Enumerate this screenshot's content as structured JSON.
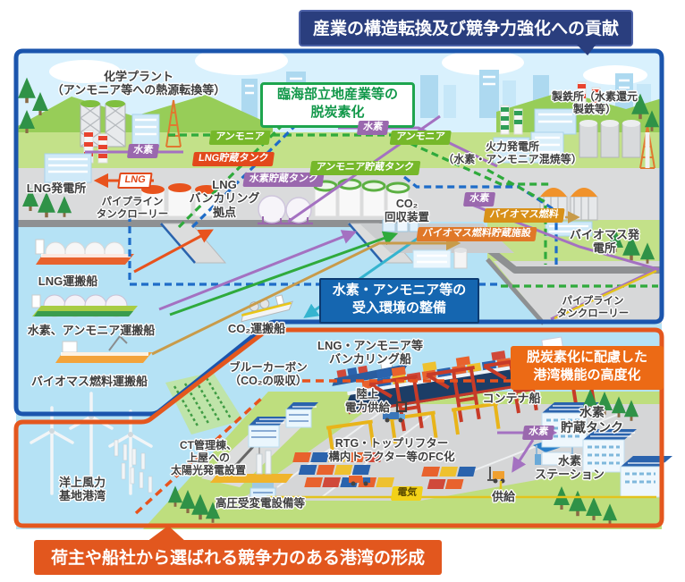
{
  "banners": {
    "top": "産業の構造転換及び競争力強化への貢献",
    "bottom": "荷主や船社から選ばれる競争力のある港湾の形成"
  },
  "zones": {
    "industry": "臨海部立地産業等の\n脱炭素化",
    "receiving": "水素・アンモニア等の\n受入環境の整備",
    "port": "脱炭素化に配慮した\n港湾機能の高度化"
  },
  "labels": {
    "chemical_plant": "化学プラント\n（アンモニア等への熱源転換等）",
    "steel_works": "製鉄所（水素還元製鉄等）",
    "thermal_power": "火力発電所\n（水素・アンモニア混焼等）",
    "lng_power": "LNG発電所",
    "pipeline_tanker_left": "パイプライン\nタンクローリー",
    "lng_bunkering_base": "LNG\nバンカリング\n拠点",
    "co2_capture": "CO₂\n回収装置",
    "biomass_power": "バイオマス発電所",
    "lng_carrier": "LNG運搬船",
    "h2_nh3_carrier": "水素、アンモニア運搬船",
    "co2_carrier": "CO₂運搬船",
    "biomass_carrier": "バイオマス燃料運搬船",
    "blue_carbon": "ブルーカーボン\n（CO₂の吸収）",
    "bunkering_ship": "LNG・アンモニア等\nバンカリング船",
    "shore_power": "陸上\n電力供給",
    "container_ship": "コンテナ船",
    "pipeline_tanker_right": "パイプライン\nタンクローリー",
    "h2_storage_tank": "水素\n貯蔵タンク",
    "h2_station": "水素\nステーション",
    "ct_solar": "CT管理棟、\n上屋への\n太陽光発電設置",
    "offshore_wind": "洋上風力\n基地港湾",
    "rtg_fc": "RTG・トップリフター\n構内トラクター等のFC化",
    "supply": "供給",
    "substation": "高圧受変電設備等"
  },
  "chips": {
    "hydrogen": "水素",
    "ammonia": "アンモニア",
    "lng": "LNG",
    "lng_tank": "LNG貯蔵タンク",
    "h2_tank": "水素貯蔵タンク",
    "nh3_tank": "アンモニア貯蔵タンク",
    "biomass_fuel": "バイオマス燃料",
    "biomass_storage": "バイオマス燃料貯蔵施設",
    "electricity": "電気"
  },
  "colors": {
    "banner_navy": "#2a3e7e",
    "region_blue_border": "#1b55ad",
    "region_orange_border": "#e4571e",
    "zone_green_text": "#12984a",
    "zone_blue_bg": "#1566b0",
    "zone_orange_bg": "#ec6a15",
    "chip_hydrogen": "#9a68ae",
    "chip_ammonia": "#76b82a",
    "chip_lng_tank": "#e2491b",
    "chip_biomass": "#d89018",
    "chip_electricity": "#f2d118",
    "line_green": "#2faa3c",
    "line_blue": "#1e6cc8",
    "line_purple": "#a471c1",
    "line_teal": "#35b4cf",
    "line_orange": "#e8531d",
    "line_tan": "#c89b4a",
    "line_yellow": "#e3c31d",
    "water": "#b5e2f5",
    "land_green": "#c3e189"
  }
}
